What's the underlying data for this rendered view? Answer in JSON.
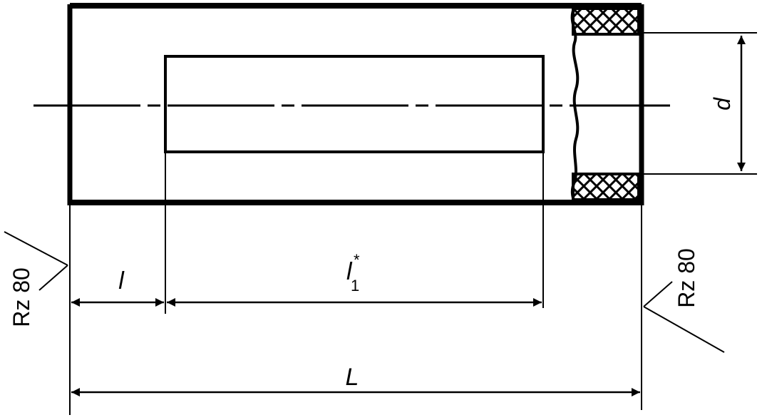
{
  "colors": {
    "ink": "#000000",
    "paper": "#ffffff"
  },
  "dimensions": {
    "overall_length": "L",
    "end_length": "l",
    "inner_length_base": "l",
    "inner_length_sub": "1",
    "inner_length_mark": "*",
    "diameter": "d"
  },
  "surface_roughness": {
    "left": "Rz 80",
    "right": "Rz 80"
  },
  "icons": {
    "section_hatch": "cross-hatch",
    "break_line": "wavy-break-line",
    "dimension_arrow": "filled-arrowhead"
  }
}
